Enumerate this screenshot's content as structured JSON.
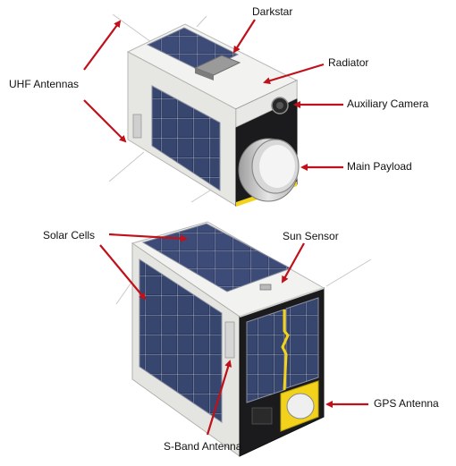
{
  "labels": {
    "darkstar": "Darkstar",
    "uhf_antennas": "UHF Antennas",
    "radiator": "Radiator",
    "auxiliary_camera": "Auxiliary Camera",
    "main_payload": "Main Payload",
    "solar_cells": "Solar Cells",
    "sun_sensor": "Sun Sensor",
    "gps_antenna": "GPS Antenna",
    "s_band_antenna": "S-Band Antenna"
  },
  "colors": {
    "arrow": "#c0111b",
    "solar_cell": "#34426a",
    "solar_cell_dark": "#262f4e",
    "body_white": "#f2f2f0",
    "body_shade": "#d9d9d6",
    "panel_black": "#1b1b1d",
    "accent_yellow": "#f2d21a",
    "payload_grey": "#bfbfbf"
  }
}
